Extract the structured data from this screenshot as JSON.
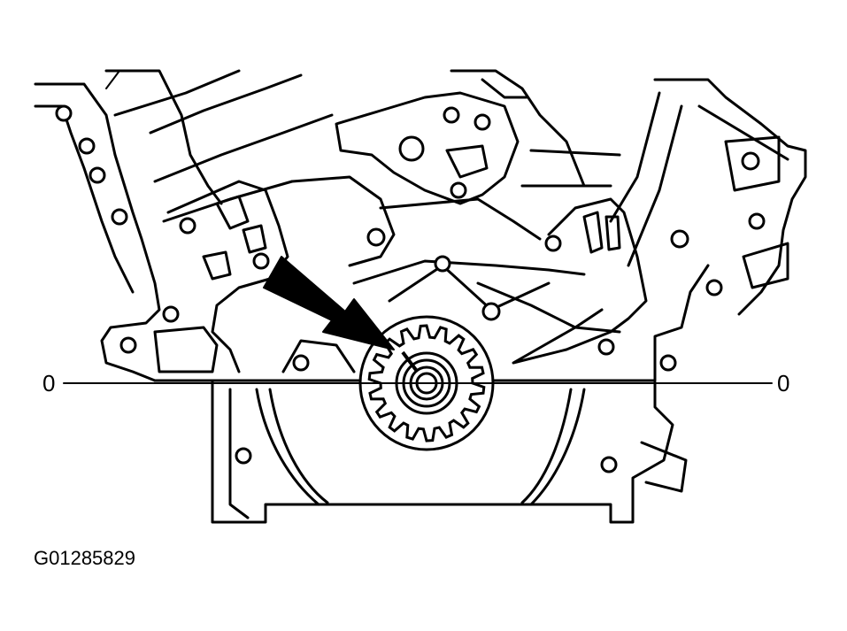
{
  "diagram": {
    "timing_mark_left": "0",
    "timing_mark_right": "0",
    "figure_id": "G01285829",
    "line_color": "#000000",
    "background_color": "#ffffff",
    "pointer": "arrow-icon"
  }
}
